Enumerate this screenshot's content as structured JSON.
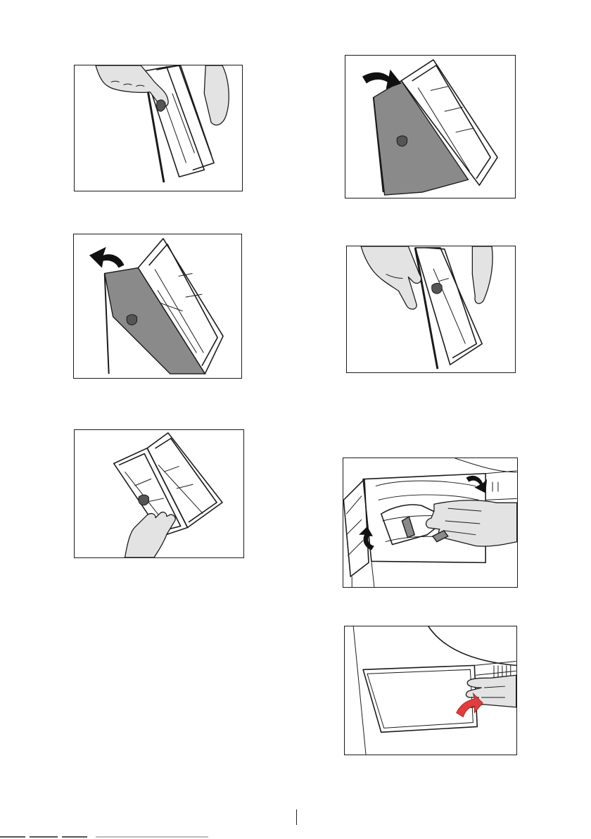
{
  "figures": [
    {
      "id": "p1",
      "icon": "finger-pressing-filter-latch-illustration"
    },
    {
      "id": "p2",
      "icon": "filter-cover-opening-arrow-illustration"
    },
    {
      "id": "p3",
      "icon": "hand-cleaning-filter-illustration"
    },
    {
      "id": "p4",
      "icon": "filter-cover-closing-arrow-illustration"
    },
    {
      "id": "p5",
      "icon": "hand-closing-filter-illustration"
    },
    {
      "id": "p6",
      "icon": "hand-removing-condenser-illustration"
    },
    {
      "id": "p7",
      "icon": "hand-closing-lower-cover-illustration"
    }
  ],
  "colors": {
    "line": "#1a1a1a",
    "filter_fill": "#8a8a8a",
    "skin_fill": "#e3e3e3",
    "arrow": "#111111",
    "arrow_red": "#e23c3c"
  }
}
